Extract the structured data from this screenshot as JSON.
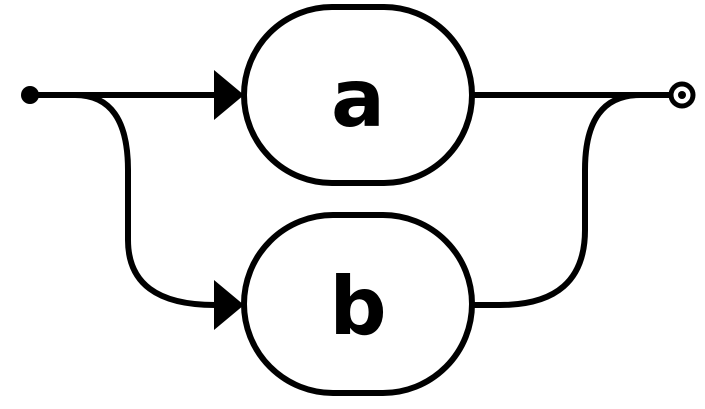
{
  "diagram": {
    "type": "railroad",
    "choices": [
      {
        "id": "a",
        "label": "a"
      },
      {
        "id": "b",
        "label": "b"
      }
    ]
  },
  "colors": {
    "ink": "#000000",
    "background": "#ffffff"
  }
}
